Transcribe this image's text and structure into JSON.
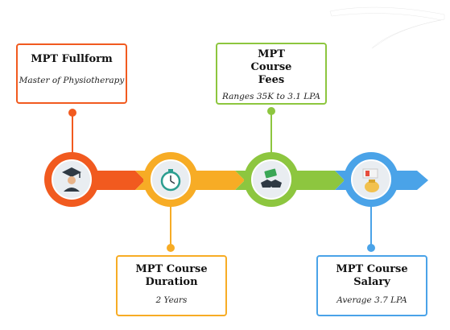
{
  "colors": {
    "orange": "#f15a1f",
    "yellow": "#f7ac25",
    "green": "#8dc63f",
    "blue": "#4aa3e8"
  },
  "steps": [
    {
      "id": "fullform",
      "title": "MPT Fullform",
      "subtitle": "Master of Physiotherapy",
      "icon": "graduate-icon",
      "color": "#f15a1f"
    },
    {
      "id": "duration",
      "title": "MPT Course Duration",
      "subtitle": "2 Years",
      "icon": "stopwatch-icon",
      "color": "#f7ac25"
    },
    {
      "id": "fees",
      "title": "MPT Course Fees",
      "subtitle": "Ranges 35K to 3.1 LPA",
      "icon": "money-handshake-icon",
      "color": "#8dc63f"
    },
    {
      "id": "salary",
      "title": "MPT Course Salary",
      "subtitle": "Average 3.7 LPA",
      "icon": "money-bag-icon",
      "color": "#4aa3e8"
    }
  ]
}
